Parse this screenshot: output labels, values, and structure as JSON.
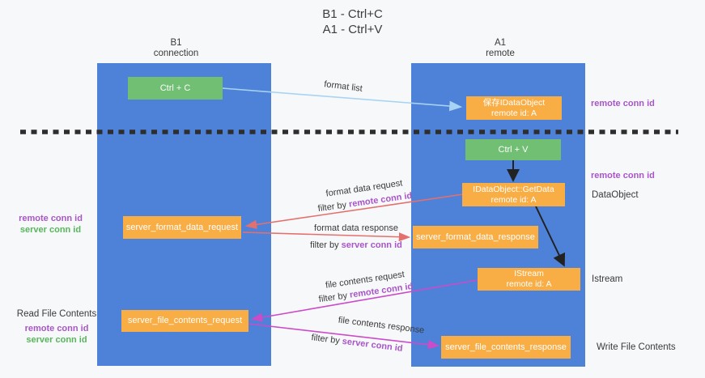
{
  "title": {
    "line1": "B1 - Ctrl+C",
    "line2": "A1 - Ctrl+V"
  },
  "lanes": {
    "left": {
      "title": "B1",
      "subtitle": "connection"
    },
    "right": {
      "title": "A1",
      "subtitle": "remote"
    }
  },
  "nodes": {
    "ctrl_c": {
      "label": "Ctrl + C"
    },
    "save_dataobject": {
      "line1": "保存IDataObject",
      "line2": "remote id: A"
    },
    "ctrl_v": {
      "label": "Ctrl + V"
    },
    "getdata": {
      "line1": "IDataObject::GetData",
      "line2": "remote id: A"
    },
    "fmt_req_box": {
      "label": "server_format_data_request"
    },
    "fmt_res_box": {
      "label": "server_format_data_response"
    },
    "istream_box": {
      "line1": "IStream",
      "line2": "remote id: A"
    },
    "file_req_box": {
      "label": "server_file_contents_request"
    },
    "file_res_box": {
      "label": "server_file_contents_response"
    }
  },
  "flow": {
    "format_list": {
      "label": "format list"
    },
    "fmt_req": {
      "label": "format data request"
    },
    "fmt_req_filter": {
      "prefix": "filter by ",
      "key": "remote conn id"
    },
    "fmt_res": {
      "label": "format data response"
    },
    "fmt_res_filter": {
      "prefix": "filter by ",
      "key": "server conn id"
    },
    "file_req": {
      "label": "file contents request"
    },
    "file_req_filter": {
      "prefix": "filter by ",
      "key": "remote conn id"
    },
    "file_res": {
      "label": "file contents response"
    },
    "file_res_filter": {
      "prefix": "filter by ",
      "key": "server conn id"
    }
  },
  "side": {
    "remote_top": "remote conn id",
    "remote_mid": "remote conn id",
    "dataobject": "DataObject",
    "istream": "Istream",
    "write_file": "Write File Contents",
    "group1_remote": "remote conn id",
    "group1_server": "server conn id",
    "read_file": "Read File Contents",
    "group2_remote": "remote conn id",
    "group2_server": "server conn id"
  },
  "colors": {
    "lane_blue": "#4d82d8",
    "node_green": "#70bf72",
    "node_orange": "#f9ad45",
    "arrow_blue": "#a8d3f2",
    "arrow_red": "#e4706e",
    "arrow_magenta": "#cb4bc8",
    "arrow_black": "#222222",
    "text_purple": "#a855c8",
    "text_green": "#57b65a",
    "divider_dark": "#2e2e2e"
  }
}
